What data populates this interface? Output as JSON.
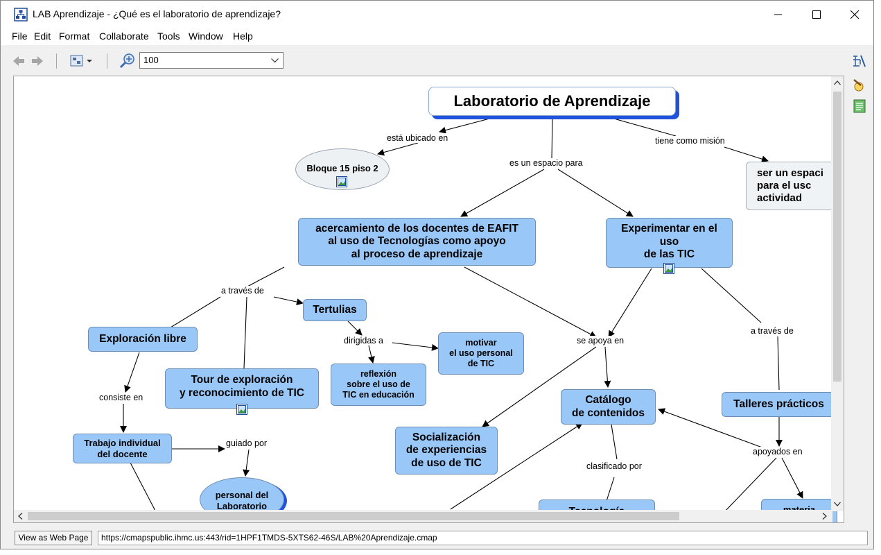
{
  "window": {
    "title": "LAB Aprendizaje - ¿Qué es el laboratorio de aprendizaje?",
    "app_icon": "cmap-app-icon"
  },
  "menu": [
    "File",
    "Edit",
    "Format",
    "Collaborate",
    "Tools",
    "Window",
    "Help"
  ],
  "toolbar": {
    "zoom_value": "100",
    "icons": [
      "back-arrow-icon",
      "forward-arrow-icon",
      "view-options-icon",
      "zoom-icon",
      "dropdown-chevron-icon"
    ]
  },
  "concept_map": {
    "nodes": {
      "title": "Laboratorio de Aprendizaje",
      "bloque": "Bloque 15 piso 2",
      "mision": "ser un espaci\npara el usc\nactividad",
      "acercamiento": "acercamiento de los docentes de EAFIT\nal uso de Tecnologías como apoyo\nal proceso de aprendizaje",
      "experimentar": "Experimentar en el\nuso\nde las TIC",
      "exploracion": "Exploración libre",
      "tertulias": "Tertulias",
      "motivar": "motivar\nel uso personal\nde TIC",
      "reflexion": "reflexión\nsobre el uso de\nTIC en educación",
      "tour": "Tour de exploración\ny reconocimiento de TIC",
      "catalogo": "Catálogo\nde contenidos",
      "talleres": "Talleres prácticos",
      "trabajo": "Trabajo individual\ndel docente",
      "socializacion": "Socialización\nde experiencias\nde uso de TIC",
      "personal": "personal del\nLaboratorio",
      "tecnologia": "Tecnología",
      "materia": "materia"
    },
    "links": {
      "ubicado": "está ubicado en",
      "espacio": "es un espacio para",
      "mision": "tiene como misión",
      "atraves1": "a través de",
      "atraves2": "a través de",
      "dirigidas": "dirigidas a",
      "apoya": "se  apoya en",
      "consiste": "consiste en",
      "guiado": "guiado por",
      "clasificado": "clasificado por",
      "apoyados": "apoyados en"
    }
  },
  "side_tools": [
    "collaborate-tool-icon",
    "format-brush-icon",
    "notes-icon"
  ],
  "status": {
    "web_button": "View as Web Page",
    "url": "https://cmapspublic.ihmc.us:443/rid=1HPF1TMDS-5XTS62-46S/LAB%20Aprendizaje.cmap"
  }
}
